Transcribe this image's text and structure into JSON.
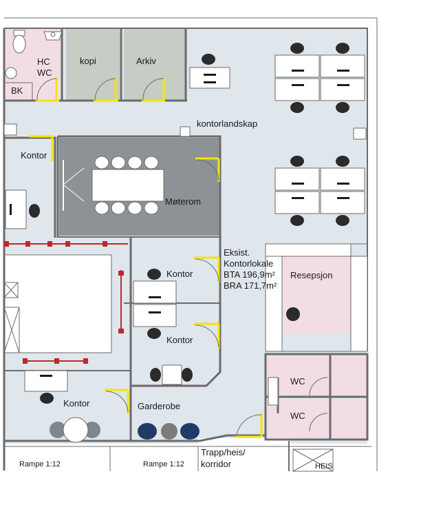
{
  "plan": {
    "colors": {
      "floor": "#dfe6ec",
      "wc": "#f2dde4",
      "storage": "#c5cdc4",
      "meeting": "#8c9296",
      "wall": "#6b6b6b",
      "door": "#f2e600",
      "fire_line": "#c0272d",
      "chair": "#2b2b2b",
      "accent_chair": "#1f3b66"
    },
    "rooms": {
      "hc_wc": {
        "line1": "HC",
        "line2": "WC"
      },
      "bk": "BK",
      "kopi": "kopi",
      "arkiv": "Arkiv",
      "kontorlandskap": "kontorlandskap",
      "kontor_left": "Kontor",
      "moterom": "Møterom",
      "existing": {
        "line1": "Eksist.",
        "line2": "Kontorlokale",
        "line3": "BTA 196,9m²",
        "line4": "BRA 171,7m²"
      },
      "resepsjon": "Resepsjon",
      "kontor_mid_upper": "Kontor",
      "kontor_mid_lower": "Kontor",
      "wc_upper": "WC",
      "wc_lower": "WC",
      "kontor_bottom": "Kontor",
      "garderobe": "Garderobe",
      "rampe_left": "Rampe 1:12",
      "rampe_mid": "Rampe 1:12",
      "corridor": {
        "line1": "Trapp/heis/",
        "line2": "korridor"
      },
      "heis": "HEIS"
    }
  }
}
